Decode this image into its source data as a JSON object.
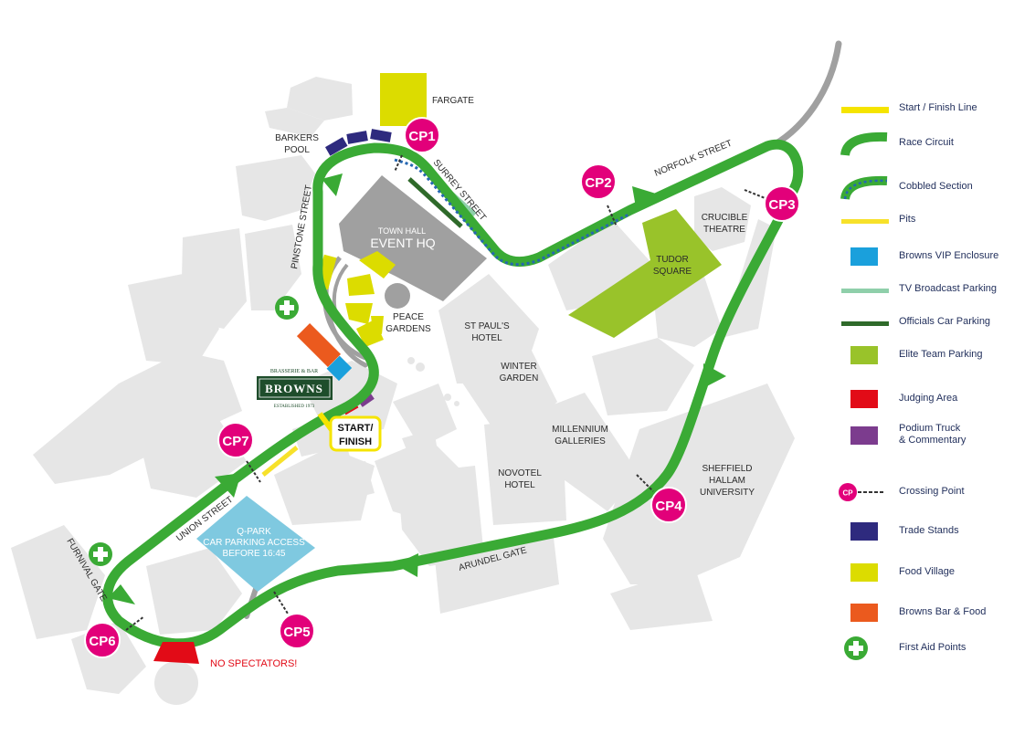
{
  "map_labels": {
    "fargate": "FARGATE",
    "barkers_pool_1": "BARKERS",
    "barkers_pool_2": "POOL",
    "surrey_street": "SURREY STREET",
    "norfolk_street": "NORFOLK STREET",
    "pinstone_street": "PINSTONE STREET",
    "town_hall_1": "TOWN HALL",
    "town_hall_2": "EVENT HQ",
    "crucible_1": "CRUCIBLE",
    "crucible_2": "THEATRE",
    "tudor_1": "TUDOR",
    "tudor_2": "SQUARE",
    "peace_1": "PEACE",
    "peace_2": "GARDENS",
    "st_pauls_1": "ST PAUL'S",
    "st_pauls_2": "HOTEL",
    "winter_1": "WINTER",
    "winter_2": "GARDEN",
    "millennium_1": "MILLENNIUM",
    "millennium_2": "GALLERIES",
    "novotel_1": "NOVOTEL",
    "novotel_2": "HOTEL",
    "hallam_1": "SHEFFIELD",
    "hallam_2": "HALLAM",
    "hallam_3": "UNIVERSITY",
    "start_1": "START/",
    "start_2": "FINISH",
    "union_street": "UNION STREET",
    "furnival_gate": "FURNIVAL GATE",
    "arundel_gate": "ARUNDEL GATE",
    "qpark_1": "Q-PARK",
    "qpark_2": "CAR PARKING ACCESS",
    "qpark_3": "BEFORE 16:45",
    "no_spectators": "NO SPECTATORS!",
    "browns_small": "BRASSERIE & BAR",
    "browns_big": "BROWNS",
    "browns_est": "ESTABLISHED 1973"
  },
  "crossing_points": [
    "CP1",
    "CP2",
    "CP3",
    "CP4",
    "CP5",
    "CP6",
    "CP7"
  ],
  "legend": {
    "items": [
      {
        "label": "Start / Finish Line",
        "color": "#f5e400",
        "symbol": "bar"
      },
      {
        "label": "Race Circuit",
        "color": "#3aaa35",
        "symbol": "arc"
      },
      {
        "label": "Cobbled Section",
        "color": "#3aaa35",
        "symbol": "arc-dotted"
      },
      {
        "label": "Pits",
        "color": "#f7e12a",
        "symbol": "thin-bar"
      },
      {
        "label": "Browns VIP Enclosure",
        "color": "#1aa0dc",
        "symbol": "square"
      },
      {
        "label": "TV Broadcast Parking",
        "color": "#8fcfaa",
        "symbol": "thin-bar"
      },
      {
        "label": "Officials Car Parking",
        "color": "#2f6a2a",
        "symbol": "thin-bar"
      },
      {
        "label": "Elite Team Parking",
        "color": "#99c32a",
        "symbol": "square"
      },
      {
        "label": "Judging Area",
        "color": "#e20b17",
        "symbol": "square"
      },
      {
        "label": "Podium Truck\n& Commentary",
        "color": "#7c3c8e",
        "symbol": "square"
      },
      {
        "label": "Crossing Point",
        "color": "#e2007a",
        "symbol": "cp"
      },
      {
        "label": "Trade Stands",
        "color": "#2e2a7e",
        "symbol": "square"
      },
      {
        "label": "Food Village",
        "color": "#dcdc00",
        "symbol": "square"
      },
      {
        "label": "Browns Bar & Food",
        "color": "#eb5a1e",
        "symbol": "square"
      },
      {
        "label": "First Aid Points",
        "color": "#3aaa35",
        "symbol": "aid"
      }
    ],
    "cp_symbol_text": "CP"
  },
  "colors": {
    "circuit": "#3aaa35",
    "cobble": "#2567b1",
    "crossing": "#e2007a",
    "building": "#e6e6e6",
    "road_grey": "#a0a0a0",
    "town_hall": "#a0a0a0",
    "qpark": "#7fc9e0",
    "food": "#dcdc00",
    "tudor": "#99c32a",
    "browns_green": "#1e4d2b"
  }
}
